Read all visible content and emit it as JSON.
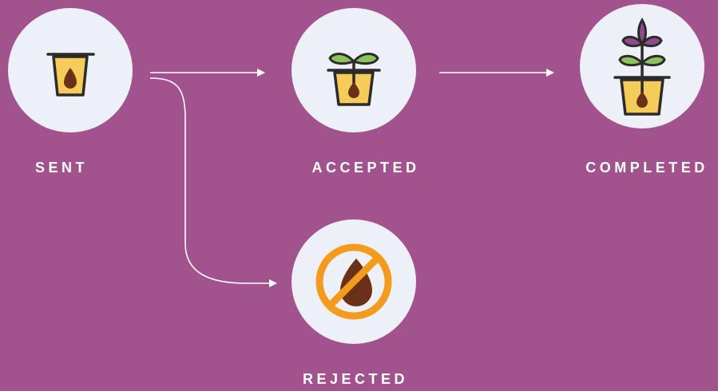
{
  "colors": {
    "background": "#a2528d",
    "circle": "#eef0f7",
    "pot": "#f5cb5a",
    "outline": "#2b2b2b",
    "seed": "#6b3018",
    "leaf_green": "#8dc35b",
    "leaf_purple": "#8e4a8a",
    "prohibit": "#f39b1c",
    "arrow": "#ffffff"
  },
  "stages": {
    "sent": {
      "label": "SENT",
      "icon": "seed-pot-icon"
    },
    "accepted": {
      "label": "ACCEPTED",
      "icon": "sprout-pot-icon"
    },
    "completed": {
      "label": "COMPLETED",
      "icon": "grown-plant-pot-icon"
    },
    "rejected": {
      "label": "REJECTED",
      "icon": "prohibited-seed-icon"
    }
  }
}
